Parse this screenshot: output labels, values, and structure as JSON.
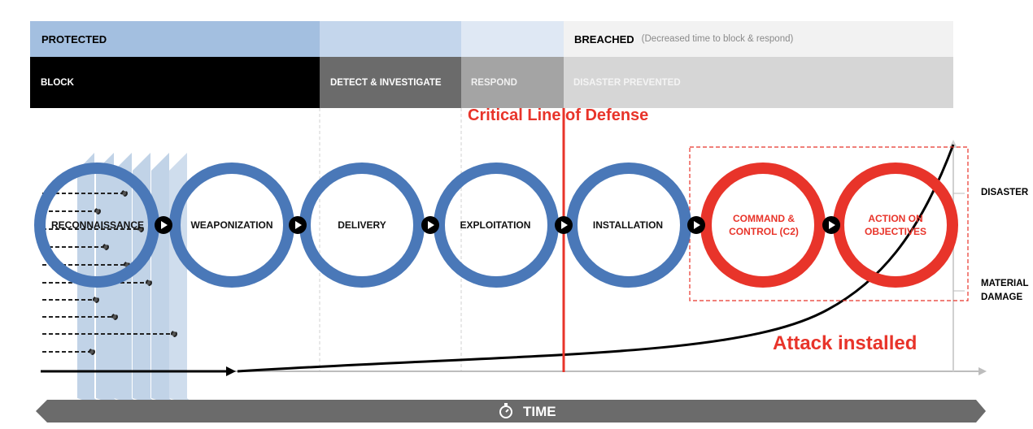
{
  "header": {
    "protected_label": "PROTECTED",
    "breached_label": "BREACHED",
    "breached_note": "(Decreased time to block & respond)"
  },
  "phases": {
    "block": "BLOCK",
    "detect": "DETECT & INVESTIGATE",
    "respond": "RESPOND",
    "disaster_prevented": "DISASTER PREVENTED"
  },
  "critical_line_label": "Critical Line of Defense",
  "stages": [
    {
      "label": "RECONNAISSANCE",
      "color": "#4a78b8"
    },
    {
      "label": "WEAPONIZATION",
      "color": "#4a78b8"
    },
    {
      "label": "DELIVERY",
      "color": "#4a78b8"
    },
    {
      "label": "EXPLOITATION",
      "color": "#4a78b8"
    },
    {
      "label": "INSTALLATION",
      "color": "#4a78b8"
    },
    {
      "label": "COMMAND & CONTROL (C2)",
      "color": "#e8342a"
    },
    {
      "label": "ACTION ON OBJECTIVES",
      "color": "#e8342a"
    }
  ],
  "side_labels": {
    "disaster": "DISASTER",
    "material_damage_line1": "MATERIAL",
    "material_damage_line2": "DAMAGE"
  },
  "attack_installed_label": "Attack installed",
  "time_label": "TIME",
  "colors": {
    "blue_ring": "#4a78b8",
    "red_ring": "#e8342a",
    "critical_line": "#e8342a"
  }
}
